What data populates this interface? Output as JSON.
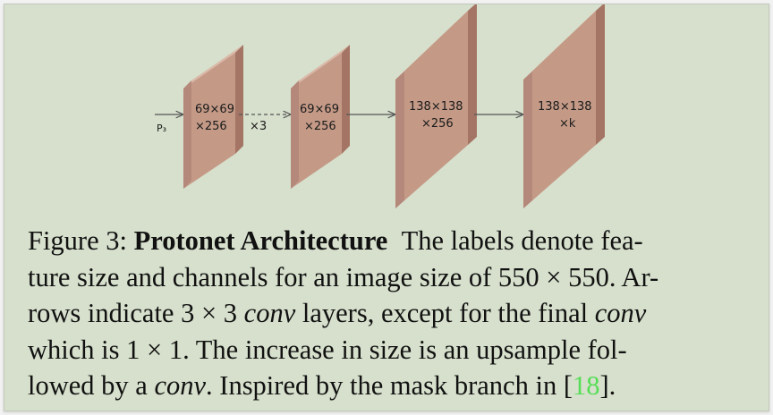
{
  "diagram": {
    "input_label": "P₃",
    "repeat_label": "×3",
    "layers": [
      {
        "size": "69×69",
        "channels": "×256"
      },
      {
        "size": "69×69",
        "channels": "×256"
      },
      {
        "size": "138×138",
        "channels": "×256"
      },
      {
        "size": "138×138",
        "channels": "×k"
      }
    ],
    "colors": {
      "slab_front": "#c49a87",
      "slab_edge": "#a47565",
      "arrow": "#555555"
    }
  },
  "caption": {
    "figure_label": "Figure 3:",
    "title": "Protonet Architecture",
    "t1": "The labels denote fea-",
    "t2": "ture size and channels for an image size of 550 × 550. Ar-",
    "t3a": "rows indicate 3 × 3 ",
    "conv": "conv",
    "t3b": " layers, except for the final ",
    "t4": "which is 1 × 1.  The increase in size is an upsample fol-",
    "t5a": "lowed by a ",
    "t5b": ". Inspired by the mask branch in [",
    "ref": "18",
    "t5c": "]."
  }
}
